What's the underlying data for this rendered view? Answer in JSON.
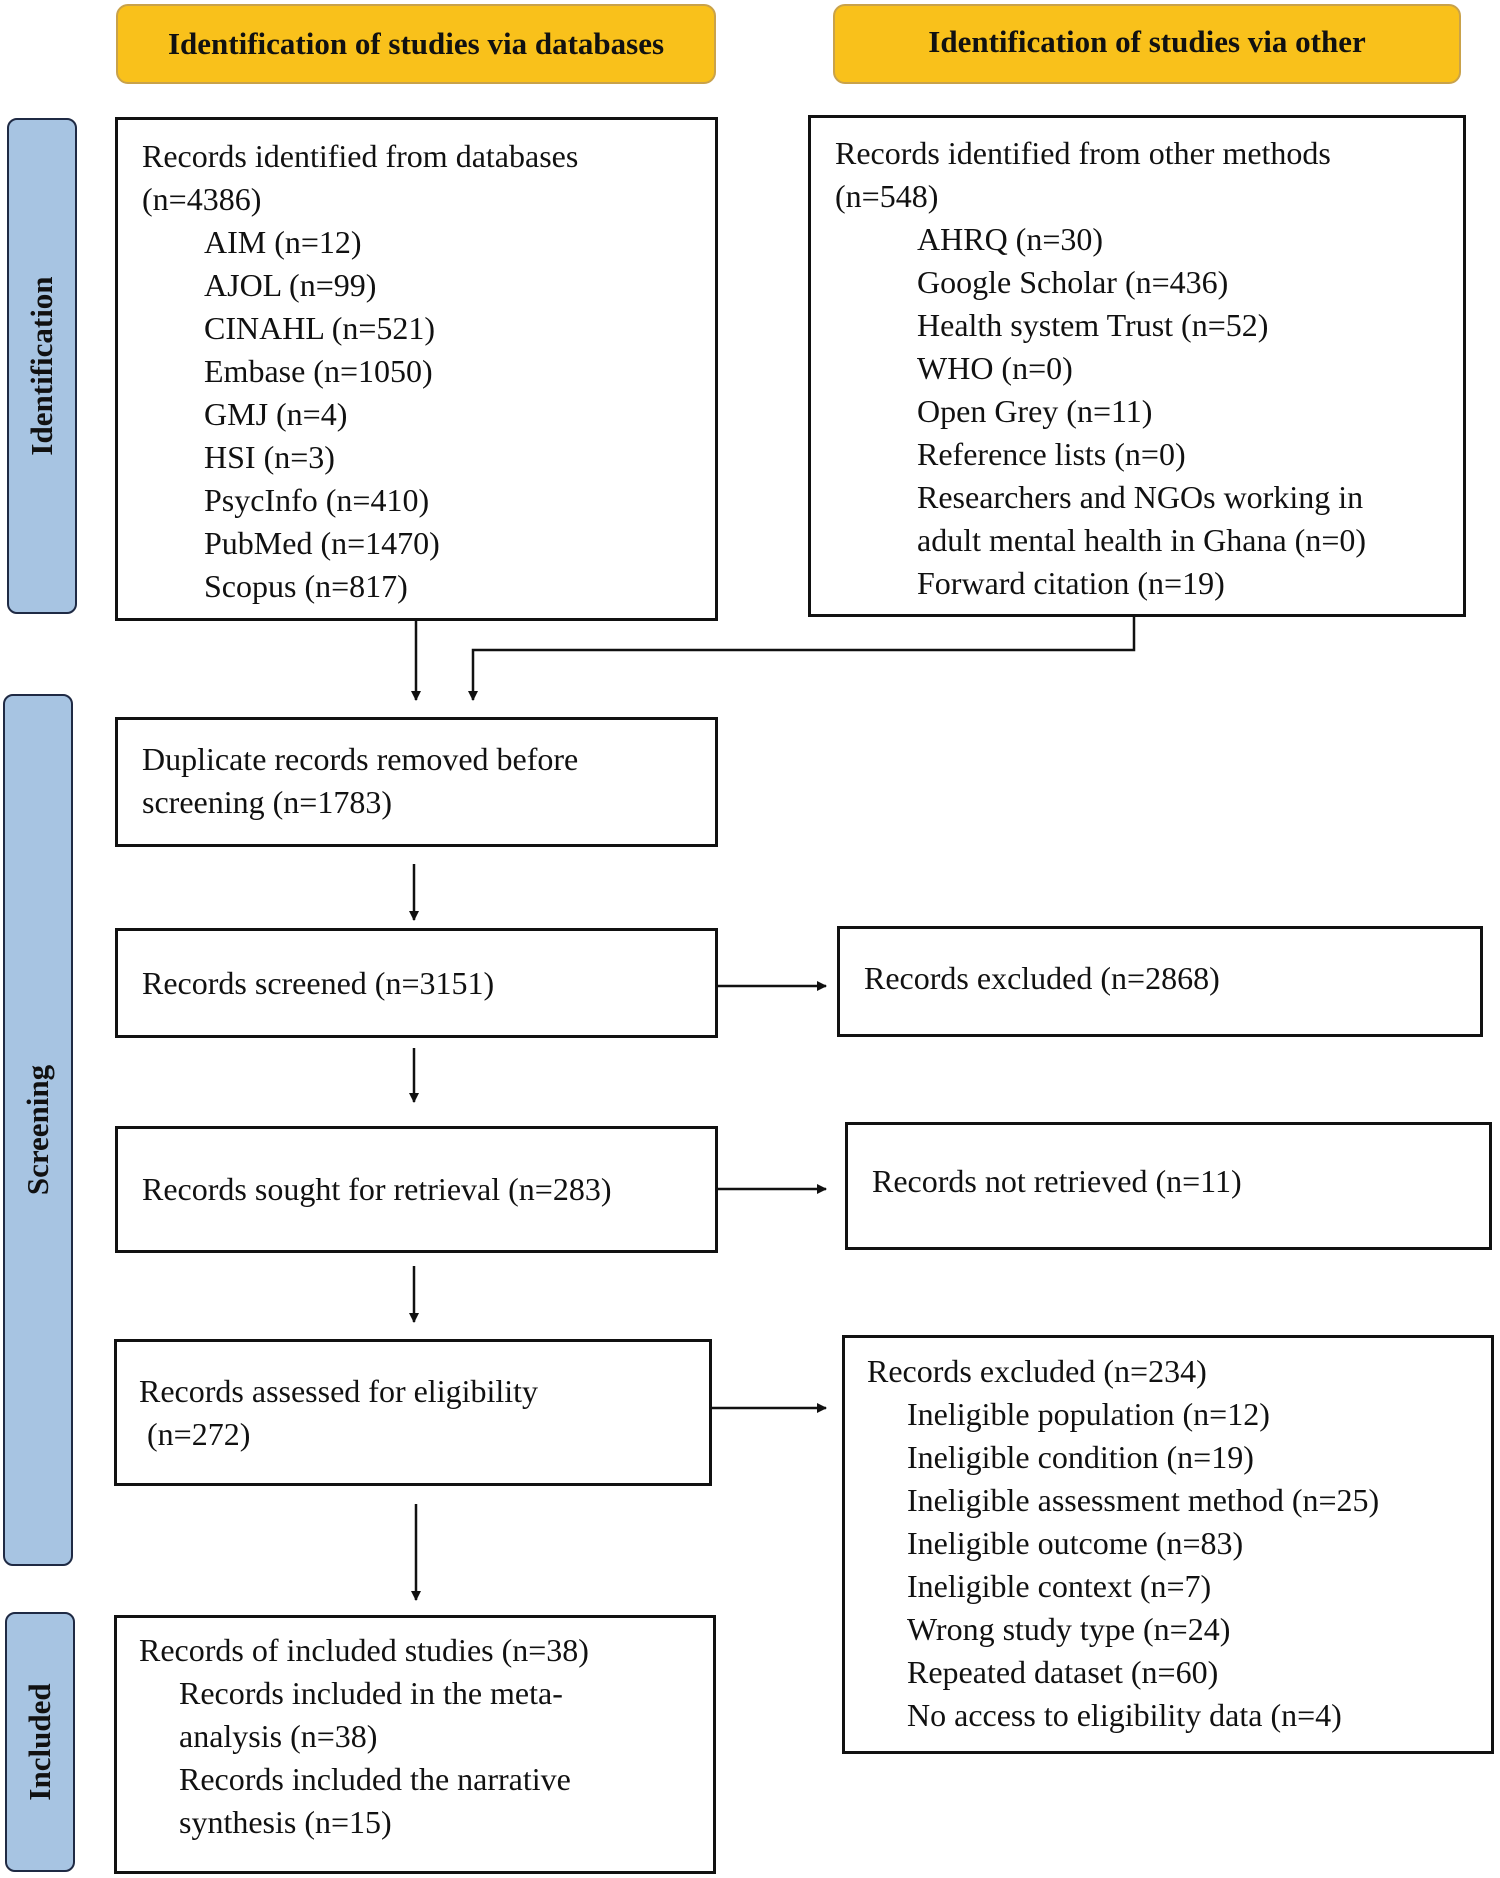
{
  "headers": {
    "databases": "Identification of studies via databases",
    "other": "Identification of studies via other"
  },
  "phases": {
    "identification": "Identification",
    "screening": "Screening",
    "included": "Included"
  },
  "databases_box": {
    "title": "Records identified from databases",
    "count": "(n=4386)",
    "items": [
      "AIM (n=12)",
      "AJOL (n=99)",
      "CINAHL (n=521)",
      "Embase (n=1050)",
      "GMJ (n=4)",
      "HSI (n=3)",
      "PsycInfo (n=410)",
      "PubMed (n=1470)",
      "Scopus (n=817)"
    ]
  },
  "other_box": {
    "title": "Records identified from other methods",
    "count": "(n=548)",
    "items": [
      "AHRQ (n=30)",
      "Google Scholar (n=436)",
      "Health system Trust (n=52)",
      "WHO (n=0)",
      "Open Grey (n=11)",
      "Reference lists (n=0)",
      "Researchers and NGOs working in",
      "adult mental health in Ghana (n=0)",
      "Forward citation (n=19)"
    ]
  },
  "duplicates_box": {
    "line1": "Duplicate records removed before",
    "line2": "screening (n=1783)"
  },
  "screened_box": {
    "text": "Records screened (n=3151)"
  },
  "excluded_box": {
    "text": "Records excluded (n=2868)"
  },
  "sought_box": {
    "text": "Records sought for retrieval (n=283)"
  },
  "not_retrieved_box": {
    "text": "Records not retrieved (n=11)"
  },
  "eligibility_box": {
    "line1": "Records assessed for eligibility",
    "line2": "(n=272)"
  },
  "excluded_reasons_box": {
    "title": "Records excluded (n=234)",
    "items": [
      "Ineligible population (n=12)",
      "Ineligible condition (n=19)",
      "Ineligible assessment method (n=25)",
      "Ineligible outcome (n=83)",
      "Ineligible context (n=7)",
      "Wrong study type (n=24)",
      "Repeated dataset (n=60)",
      "No access to eligibility data (n=4)"
    ]
  },
  "included_box": {
    "title": "Records of included studies (n=38)",
    "items": [
      "Records included in the meta-",
      "analysis (n=38)",
      "Records included the narrative",
      "synthesis (n=15)"
    ]
  }
}
